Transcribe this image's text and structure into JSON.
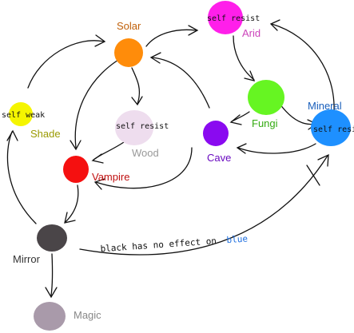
{
  "nodes": {
    "solar": {
      "label": "Solar",
      "color": "#FF8C0A",
      "label_color": "#C0600A"
    },
    "arid": {
      "label": "Arid",
      "color": "#FF1FEA",
      "label_color": "#CC44BB",
      "note": "self resist"
    },
    "shade": {
      "label": "Shade",
      "color": "#F5F500",
      "label_color": "#9A9A00",
      "note": "self weak"
    },
    "wood": {
      "label": "Wood",
      "color": "#EEDDEE",
      "label_color": "#999999",
      "note": "self resist"
    },
    "fungi": {
      "label": "Fungi",
      "color": "#66F522",
      "label_color": "#33AA11"
    },
    "mineral": {
      "label": "Mineral",
      "color": "#1E90FF",
      "label_color": "#1A5FBB",
      "note": "self resist"
    },
    "cave": {
      "label": "Cave",
      "color": "#8A0AF0",
      "label_color": "#6A0AC0"
    },
    "vampire": {
      "label": "Vampire",
      "color": "#F51010",
      "label_color": "#C01010"
    },
    "mirror": {
      "label": "Mirror",
      "color": "#4A4548",
      "label_color": "#333333"
    },
    "magic": {
      "label": "Magic",
      "color": "#A99AAA",
      "label_color": "#888888"
    }
  },
  "annotation": {
    "text_black": "black has no effect on",
    "text_blue": "blue",
    "blue_color": "#1E6FE0"
  }
}
